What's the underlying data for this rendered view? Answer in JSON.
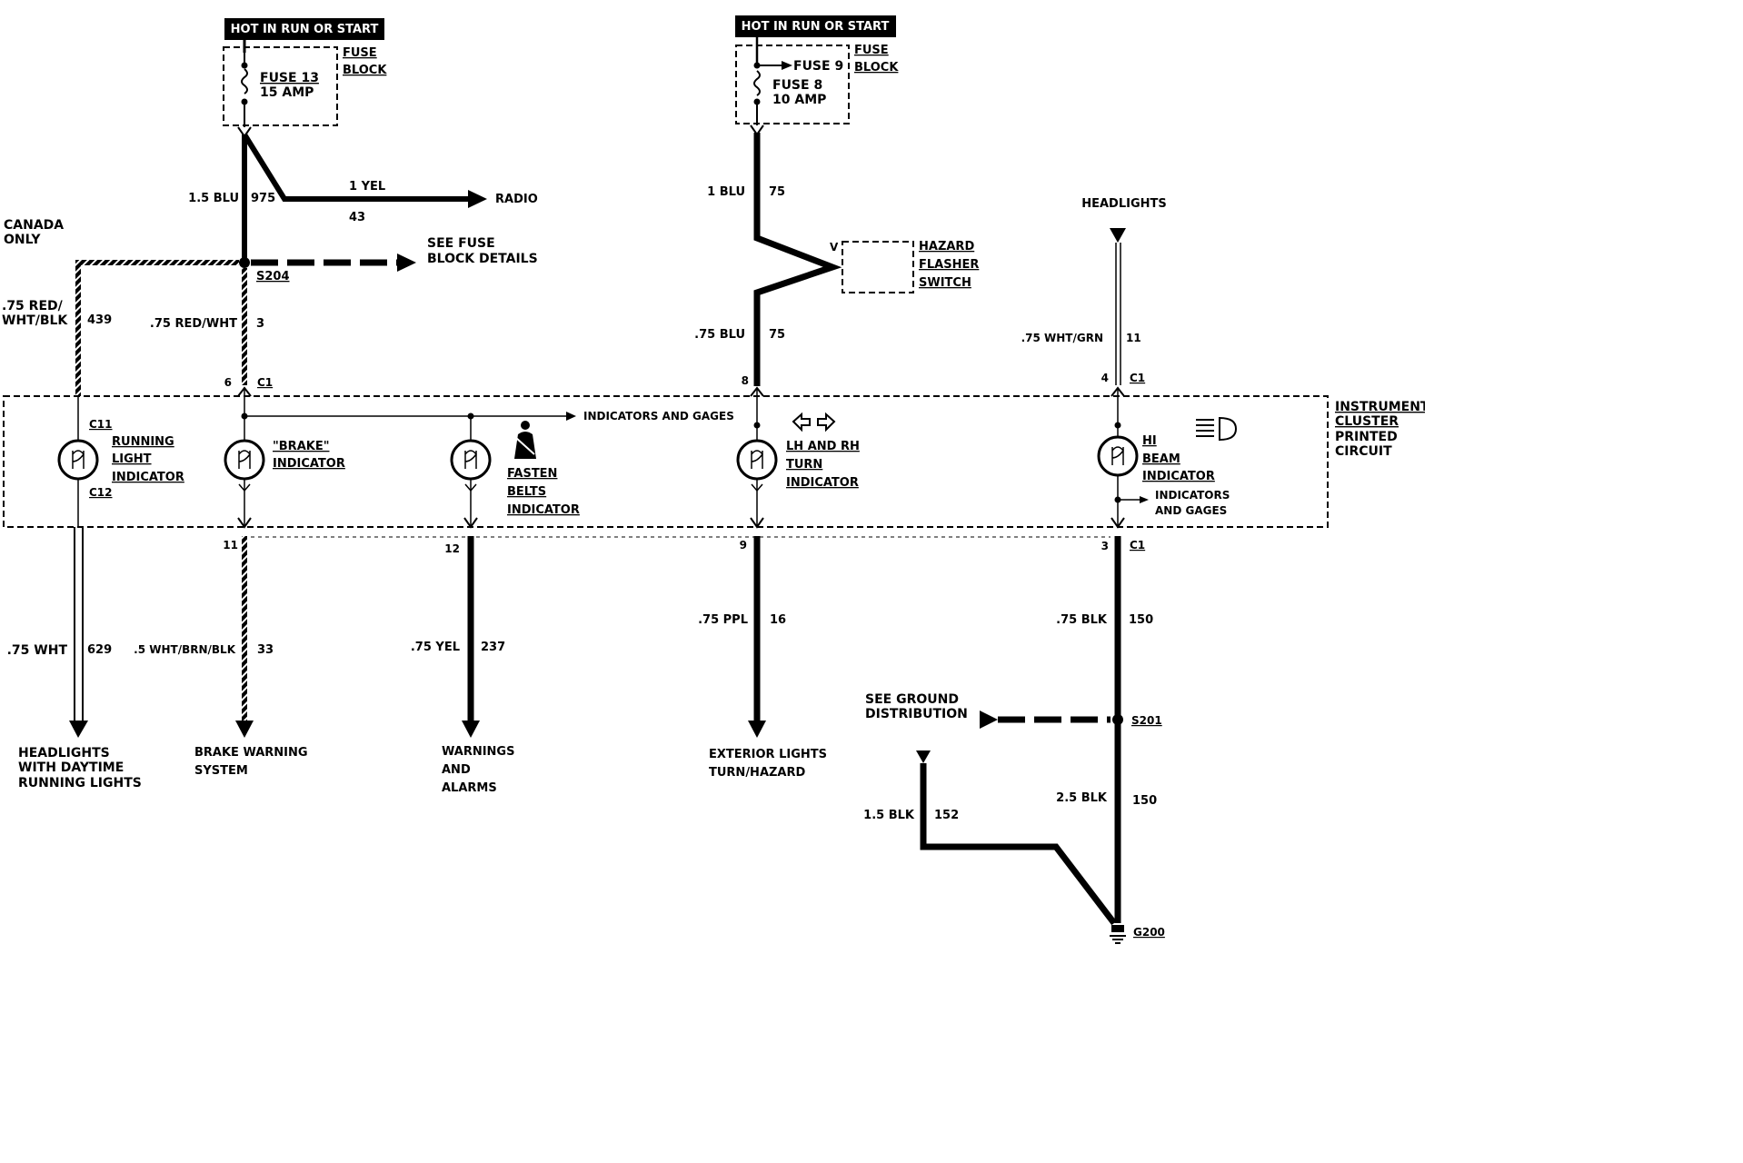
{
  "power_sources": [
    {
      "banner": "HOT IN RUN OR START",
      "fuse_lines": [
        "FUSE 13",
        "15 AMP"
      ],
      "block_label": [
        "FUSE",
        "BLOCK"
      ]
    },
    {
      "banner": "HOT IN RUN OR START",
      "fuse_top": "FUSE 9",
      "fuse_lines": [
        "FUSE 8",
        "10 AMP"
      ],
      "block_label": [
        "FUSE",
        "BLOCK"
      ]
    }
  ],
  "wires": {
    "w1": {
      "gauge": "1.5 BLU",
      "circuit": "975"
    },
    "radio": {
      "gauge": "1 YEL",
      "circuit": "43",
      "dest": "RADIO"
    },
    "canada": [
      "CANADA",
      "ONLY"
    ],
    "w439": {
      "gauge_lines": [
        ".75 RED/",
        "WHT/BLK"
      ],
      "circuit": "439"
    },
    "w3": {
      "gauge": ".75 RED/WHT",
      "circuit": "3"
    },
    "w75a": {
      "gauge": "1 BLU",
      "circuit": "75"
    },
    "w75b": {
      "gauge": ".75 BLU",
      "circuit": "75"
    },
    "w11": {
      "gauge": ".75 WHT/GRN",
      "circuit": "11"
    },
    "w629": {
      "gauge": ".75 WHT",
      "circuit": "629"
    },
    "w33": {
      "gauge": ".5 WHT/BRN/BLK",
      "circuit": "33"
    },
    "w237": {
      "gauge": ".75 YEL",
      "circuit": "237"
    },
    "w16": {
      "gauge": ".75 PPL",
      "circuit": "16"
    },
    "w150a": {
      "gauge": ".75 BLK",
      "circuit": "150"
    },
    "w150b": {
      "gauge": "2.5 BLK",
      "circuit": "150"
    },
    "w152": {
      "gauge": "1.5 BLK",
      "circuit": "152"
    }
  },
  "splices": {
    "s204": "S204",
    "s201": "S201",
    "g200": "G200"
  },
  "see_fuse": [
    "SEE FUSE",
    "BLOCK DETAILS"
  ],
  "see_ground": [
    "SEE GROUND",
    "DISTRIBUTION"
  ],
  "hazard": [
    "HAZARD",
    "FLASHER",
    "SWITCH"
  ],
  "hazard_pin": "V",
  "headlights_in": "HEADLIGHTS",
  "connectors": {
    "c1": "C1",
    "c11": "C11",
    "c12": "C12"
  },
  "pins": {
    "p6": "6",
    "p8": "8",
    "p4": "4",
    "p11": "11",
    "p12": "12",
    "p9": "9",
    "p3": "3"
  },
  "cluster": {
    "title": [
      "INSTRUMENT",
      "CLUSTER",
      "PRINTED",
      "CIRCUIT"
    ],
    "indicators_gages": "INDICATORS AND GAGES",
    "indicators_gages_2": [
      "INDICATORS",
      "AND GAGES"
    ],
    "running": [
      "RUNNING",
      "LIGHT",
      "INDICATOR"
    ],
    "brake": [
      "\"BRAKE\"",
      "INDICATOR"
    ],
    "fasten": [
      "FASTEN",
      "BELTS",
      "INDICATOR"
    ],
    "turn": [
      "LH AND RH",
      "TURN",
      "INDICATOR"
    ],
    "hibeam": [
      "HI",
      "BEAM",
      "INDICATOR"
    ]
  },
  "destinations": {
    "headlights": [
      "HEADLIGHTS",
      "WITH DAYTIME",
      "RUNNING LIGHTS"
    ],
    "brake": [
      "BRAKE WARNING",
      "SYSTEM"
    ],
    "warnings": [
      "WARNINGS",
      "AND",
      "ALARMS"
    ],
    "exterior": [
      "EXTERIOR LIGHTS",
      "TURN/HAZARD"
    ]
  }
}
